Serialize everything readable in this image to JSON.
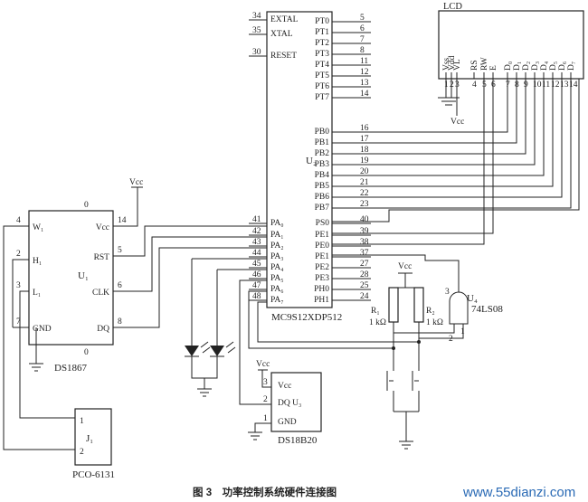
{
  "mcu": {
    "name": "MC9S12XDP512",
    "ref": "U₂",
    "left_pins": [
      {
        "num": "34",
        "label": "EXTAL"
      },
      {
        "num": "35",
        "label": "XTAL"
      },
      {
        "num": "30",
        "label": "RESET"
      },
      {
        "num": "41",
        "label": "PA₀"
      },
      {
        "num": "42",
        "label": "PA₁"
      },
      {
        "num": "43",
        "label": "PA₂"
      },
      {
        "num": "44",
        "label": "PA₃"
      },
      {
        "num": "45",
        "label": "PA₄"
      },
      {
        "num": "46",
        "label": "PA₅"
      },
      {
        "num": "47",
        "label": "PA₆"
      },
      {
        "num": "48",
        "label": "PA₇"
      }
    ],
    "right_pins": [
      {
        "num": "5",
        "label": "PT0"
      },
      {
        "num": "6",
        "label": "PT1"
      },
      {
        "num": "7",
        "label": "PT2"
      },
      {
        "num": "8",
        "label": "PT3"
      },
      {
        "num": "11",
        "label": "PT4"
      },
      {
        "num": "12",
        "label": "PT5"
      },
      {
        "num": "13",
        "label": "PT6"
      },
      {
        "num": "14",
        "label": "PT7"
      },
      {
        "num": "16",
        "label": "PB0"
      },
      {
        "num": "17",
        "label": "PB1"
      },
      {
        "num": "18",
        "label": "PB2"
      },
      {
        "num": "19",
        "label": "PB3"
      },
      {
        "num": "20",
        "label": "PB4"
      },
      {
        "num": "21",
        "label": "PB5"
      },
      {
        "num": "22",
        "label": "PB6"
      },
      {
        "num": "23",
        "label": "PB7"
      },
      {
        "num": "40",
        "label": "PS0"
      },
      {
        "num": "39",
        "label": "PE1"
      },
      {
        "num": "38",
        "label": "PE0"
      },
      {
        "num": "37",
        "label": "PE1"
      },
      {
        "num": "27",
        "label": "PE2"
      },
      {
        "num": "28",
        "label": "PE3"
      },
      {
        "num": "25",
        "label": "PH0"
      },
      {
        "num": "24",
        "label": "PH1"
      }
    ]
  },
  "lcd": {
    "title": "LCD",
    "pins": [
      {
        "num": "1",
        "label": "Vss"
      },
      {
        "num": "2",
        "label": "Vdd"
      },
      {
        "num": "3",
        "label": "VL"
      },
      {
        "num": "4",
        "label": "RS"
      },
      {
        "num": "5",
        "label": "RW"
      },
      {
        "num": "6",
        "label": "E"
      },
      {
        "num": "7",
        "label": "D₀"
      },
      {
        "num": "8",
        "label": "D₁"
      },
      {
        "num": "9",
        "label": "D₂"
      },
      {
        "num": "10",
        "label": "D₃"
      },
      {
        "num": "11",
        "label": "D₄"
      },
      {
        "num": "12",
        "label": "D₅"
      },
      {
        "num": "13",
        "label": "D₆"
      },
      {
        "num": "14",
        "label": "D₇"
      }
    ],
    "vcc": "Vcc"
  },
  "ds1867": {
    "name": "DS1867",
    "ref": "U₁",
    "top_pin": "0",
    "bottom_pin": "0",
    "left_pins": [
      {
        "num": "4",
        "label": "W₁"
      },
      {
        "num": "2",
        "label": "H₁"
      },
      {
        "num": "3",
        "label": "L₁"
      },
      {
        "num": "7",
        "label": "GND"
      }
    ],
    "right_pins": [
      {
        "num": "14",
        "label": "Vcc"
      },
      {
        "num": "5",
        "label": "RST"
      },
      {
        "num": "6",
        "label": "CLK"
      },
      {
        "num": "8",
        "label": "DQ"
      }
    ],
    "vcc": "Vcc"
  },
  "pco": {
    "name": "PCO-6131",
    "ref": "J₁",
    "pins": [
      "1",
      "2"
    ]
  },
  "ds18b20": {
    "name": "DS18B20",
    "pins": [
      {
        "num": "3",
        "label": "Vcc"
      },
      {
        "num": "2",
        "label": "DQ U₃"
      },
      {
        "num": "1",
        "label": "GND"
      }
    ],
    "vcc": "Vcc"
  },
  "gate": {
    "name": "74LS08",
    "ref": "U₄",
    "pins": [
      "3",
      "1",
      "2"
    ]
  },
  "resistors": [
    {
      "ref": "R₁",
      "value": "1 kΩ"
    },
    {
      "ref": "R₂",
      "value": "1 kΩ"
    }
  ],
  "vcc_label": "Vcc",
  "caption": "图 3　功率控制系统硬件连接图",
  "watermark": "www.55dianzi.com"
}
